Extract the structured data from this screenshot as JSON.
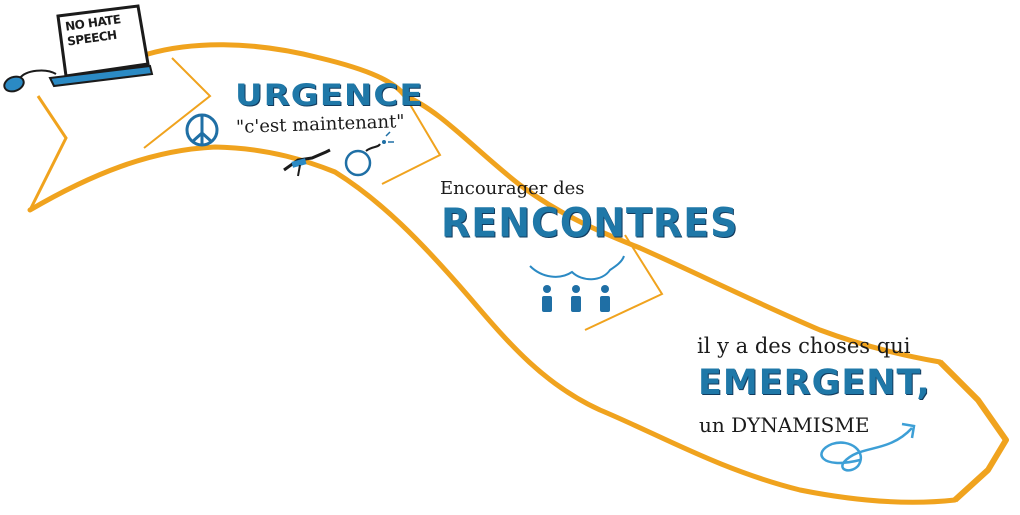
{
  "colors": {
    "ribbon": "#f0a31e",
    "ink": "#1b1b1b",
    "accent_blue": "#1f78a8",
    "light_blue": "#3d9fd6"
  },
  "laptop": {
    "screen_line1": "NO HATE",
    "screen_line2": "SPEECH"
  },
  "sections": {
    "urgence": {
      "title": "URGENCE",
      "quote": "\"c'est maintenant\""
    },
    "rencontres": {
      "intro": "Encourager des",
      "title": "RENCONTRES"
    },
    "emergent": {
      "intro": "il y a des choses qui",
      "title": "EMERGENT,",
      "outro": "un DYNAMISME"
    }
  },
  "icons": [
    "laptop-icon",
    "mouse-icon",
    "peace-symbol-icon",
    "rifle-icon",
    "bomb-icon",
    "speech-bubble-icon",
    "people-group-icon",
    "spiral-arrow-icon"
  ]
}
